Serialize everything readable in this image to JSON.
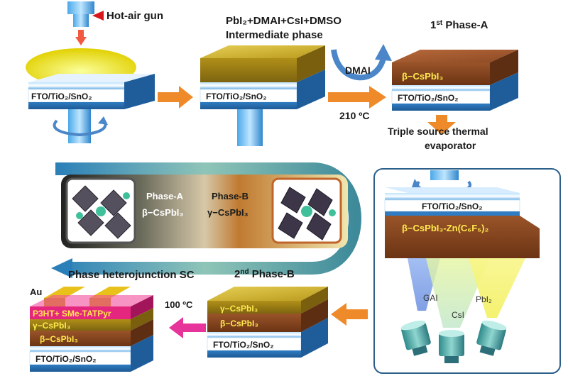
{
  "hot_air_gun": "Hot-air gun",
  "intermediate": {
    "formula_line": "PbI₂+DMAI+CsI+DMSO",
    "phase_line": "Intermediate phase"
  },
  "phase_a_title": {
    "ord": "1",
    "sup": "st",
    "rest": " Phase-A"
  },
  "phase_b_title": {
    "ord": "2",
    "sup": "nd",
    "rest": " Phase-B"
  },
  "substrate_label": "FTO/TiO₂/SnO₂",
  "dmai_label": "DMAI",
  "temp_210": "210 ºC",
  "temp_100": "100 ºC",
  "evaporator": {
    "line1": "Triple source thermal",
    "line2": "evaporator"
  },
  "beta_cspbi3": "β−CsPbI₃",
  "gamma_cspbi3": "γ−CsPbI₃",
  "doped_layer": "β−CsPbI₃-Zn(C₆F₅)₂",
  "sources": [
    "GAI",
    "CsI",
    "PbI₂"
  ],
  "loop_panel": {
    "phase_a_name": "Phase-A",
    "phase_a_formula": "β−CsPbI₃",
    "phase_b_name": "Phase-B",
    "phase_b_formula": "γ−CsPbI₃"
  },
  "heterojunction_title": "Phase heterojunction SC",
  "device_layers": {
    "electrode": "Au",
    "htl": "P3HT+ SMe-TATPyr"
  },
  "colors": {
    "substrate_blue": "#3f8fd4",
    "gold": "#b4961b",
    "brown": "#8a4a24",
    "orange_arrow": "#ef8a2a",
    "magenta_arrow": "#e6349a",
    "blue_arrow": "#4a86c8",
    "pink_htl": "#e5267f"
  }
}
